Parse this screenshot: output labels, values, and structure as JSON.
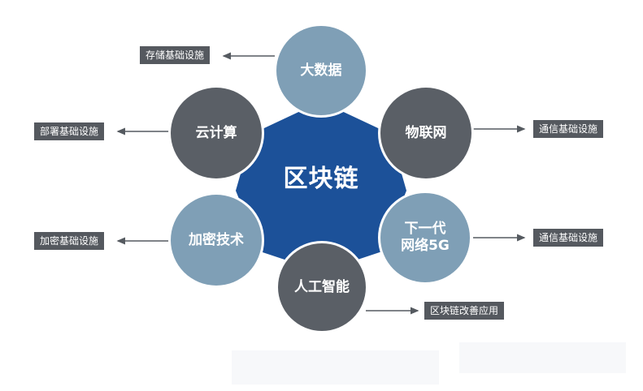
{
  "center": {
    "label": "区块链",
    "color": "#1c5199"
  },
  "nodes": [
    {
      "id": "bigdata",
      "label": "大数据",
      "tag": "存储基础设施",
      "tone": "light"
    },
    {
      "id": "iot",
      "label": "物联网",
      "tag": "通信基础设施",
      "tone": "dark"
    },
    {
      "id": "5g",
      "label_lines": [
        "下一代",
        "网络5G"
      ],
      "tag": "通信基础设施",
      "tone": "light"
    },
    {
      "id": "ai",
      "label": "人工智能",
      "tag": "区块链改善应用",
      "tone": "dark"
    },
    {
      "id": "crypto",
      "label": "加密技术",
      "tag": "加密基础设施",
      "tone": "light"
    },
    {
      "id": "cloud",
      "label": "云计算",
      "tag": "部署基础设施",
      "tone": "dark"
    }
  ],
  "colors": {
    "light_node": "#7f9fb6",
    "dark_node": "#5a5f66",
    "tag_bg": "#55595f",
    "arrow": "#555a60"
  }
}
